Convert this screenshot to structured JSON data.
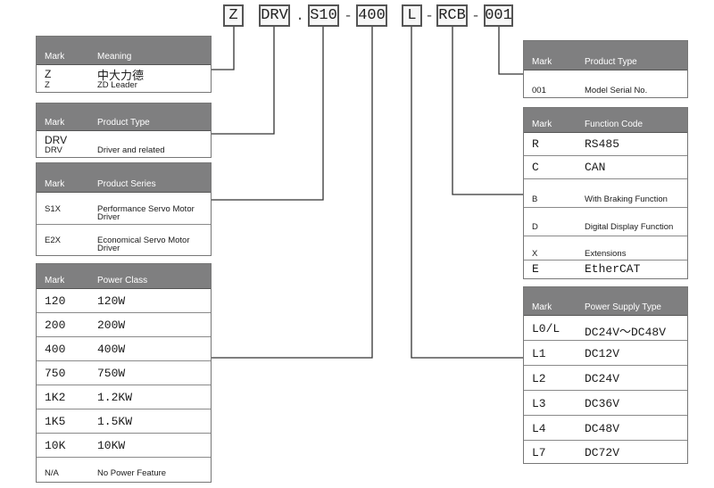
{
  "code": {
    "z": "Z",
    "drv": "DRV",
    "dot": ".",
    "s10": "S10",
    "dash1": "-",
    "p400": "400",
    "l": "L",
    "dash2": "-",
    "rcb": "RCB",
    "dash3": "-",
    "n001": "001"
  },
  "mark_table": {
    "header": [
      "Mark",
      "Meaning"
    ],
    "rows": [
      {
        "mark": "Z",
        "meaning": "中大力德"
      },
      {
        "mark": "Z",
        "meaning": "ZD Leader"
      }
    ]
  },
  "type_table": {
    "header": [
      "Mark",
      "Product Type"
    ],
    "rows": [
      {
        "mark": "DRV",
        "meaning": ""
      },
      {
        "mark": "DRV",
        "meaning": "Driver and related"
      }
    ]
  },
  "series_table": {
    "header": [
      "Mark",
      "Product Series"
    ],
    "rows": [
      {
        "mark": "S1X",
        "meaning_l1": "Performance Servo Motor",
        "meaning_l2": "Driver"
      },
      {
        "mark": "E2X",
        "meaning_l1": "Economical Servo Motor",
        "meaning_l2": "Driver"
      }
    ]
  },
  "power_table": {
    "header": [
      "Mark",
      "Power Class"
    ],
    "rows": [
      {
        "mark": "120",
        "meaning": "120W"
      },
      {
        "mark": "200",
        "meaning": "200W"
      },
      {
        "mark": "400",
        "meaning": "400W"
      },
      {
        "mark": "750",
        "meaning": "750W"
      },
      {
        "mark": "1K2",
        "meaning": "1.2KW"
      },
      {
        "mark": "1K5",
        "meaning": "1.5KW"
      },
      {
        "mark": "10K",
        "meaning": "10KW"
      },
      {
        "mark": "N/A",
        "meaning": "No Power Feature"
      }
    ]
  },
  "serial_table": {
    "header": [
      "Mark",
      "Product Type"
    ],
    "rows": [
      {
        "mark": "001",
        "meaning": "Model Serial No."
      }
    ]
  },
  "function_table": {
    "header": [
      "Mark",
      "Function Code"
    ],
    "rows": [
      {
        "mark": "R",
        "meaning": "RS485"
      },
      {
        "mark": "C",
        "meaning": "CAN"
      },
      {
        "mark": "B",
        "meaning": "With Braking Function"
      },
      {
        "mark": "D",
        "meaning": "Digital Display Function"
      },
      {
        "mark": "X",
        "meaning": "Extensions"
      },
      {
        "mark": "E",
        "meaning": "EtherCAT"
      }
    ]
  },
  "supply_table": {
    "header": [
      "Mark",
      "Power Supply Type"
    ],
    "rows": [
      {
        "mark": "L0/L",
        "meaning": "DC24V～DC48V"
      },
      {
        "mark": "L1",
        "meaning": "DC12V"
      },
      {
        "mark": "L2",
        "meaning": "DC24V"
      },
      {
        "mark": "L3",
        "meaning": "DC36V"
      },
      {
        "mark": "L4",
        "meaning": "DC48V"
      },
      {
        "mark": "L7",
        "meaning": "DC72V"
      }
    ]
  }
}
